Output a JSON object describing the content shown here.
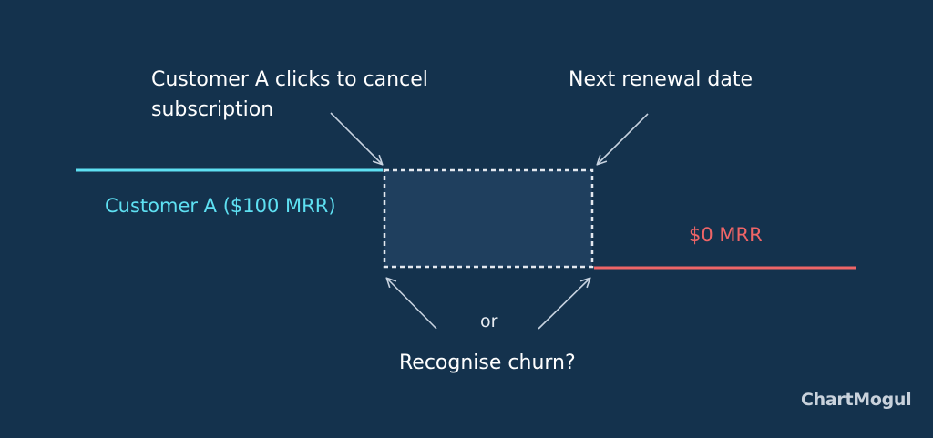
{
  "annotations": {
    "cancel_line1": "Customer A clicks to cancel",
    "cancel_line2": "subscription",
    "renewal": "Next renewal date",
    "or": "or",
    "question": "Recognise churn?"
  },
  "timeline": {
    "before_label": "Customer A ($100 MRR)",
    "after_label": "$0 MRR"
  },
  "logo": {
    "text": "ChartMogul"
  },
  "colors": {
    "background": "#14324d",
    "before_line": "#5ee0f2",
    "after_line": "#ef6567",
    "pending_box": "#1f3f5e",
    "dashed_border": "#e3e8ef",
    "arrows": "#c8d3e0"
  }
}
